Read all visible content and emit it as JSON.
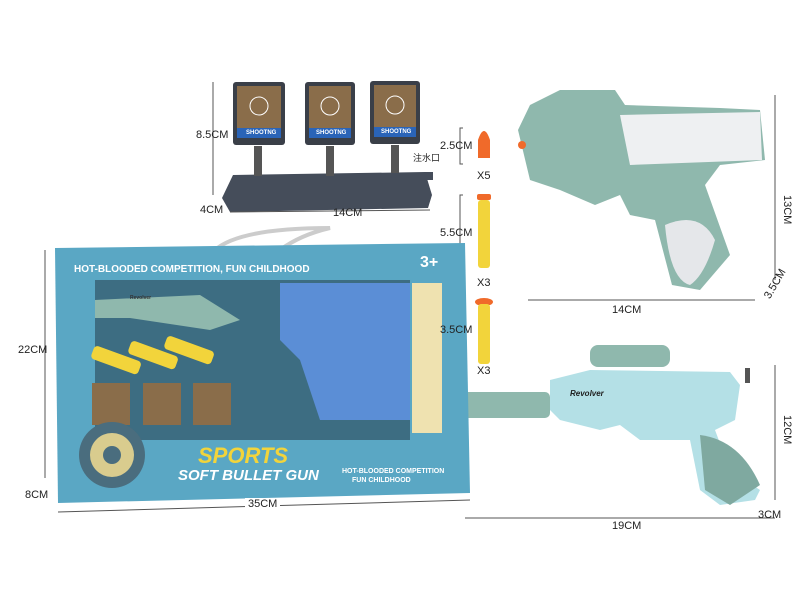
{
  "targets": {
    "label": "SHOOTNG",
    "height": "8.5CM",
    "depth": "4CM",
    "width": "14CM",
    "water_inlet": "注水口"
  },
  "ammo": [
    {
      "size": "2.5CM",
      "count": "X5",
      "type": "orange-bullet"
    },
    {
      "size": "5.5CM",
      "count": "X3",
      "type": "foam-dart"
    },
    {
      "size": "3.5CM",
      "count": "X3",
      "type": "suction-dart"
    }
  ],
  "pistol": {
    "height": "13CM",
    "length": "14CM",
    "width": "3.5CM"
  },
  "box": {
    "headline": "HOT-BLOODED COMPETITION, FUN CHILDHOOD",
    "age": "3+",
    "brand_line1": "SPORTS",
    "brand_line2": "SOFT BULLET GUN",
    "tagline1": "HOT-BLOODED COMPETITION",
    "tagline2": "FUN CHILDHOOD",
    "height": "22CM",
    "depth": "8CM",
    "width": "35CM",
    "revolver_text": "Revolver"
  },
  "revolver": {
    "engraving": "Revolver",
    "height": "12CM",
    "length": "19CM",
    "width": "3CM"
  },
  "colors": {
    "mint": "#8fb8ad",
    "blue": "#5b8ed6",
    "box": "#5aa7c4",
    "yellow": "#f2d43b",
    "orange": "#f06a2a",
    "slate": "#454d5a"
  }
}
